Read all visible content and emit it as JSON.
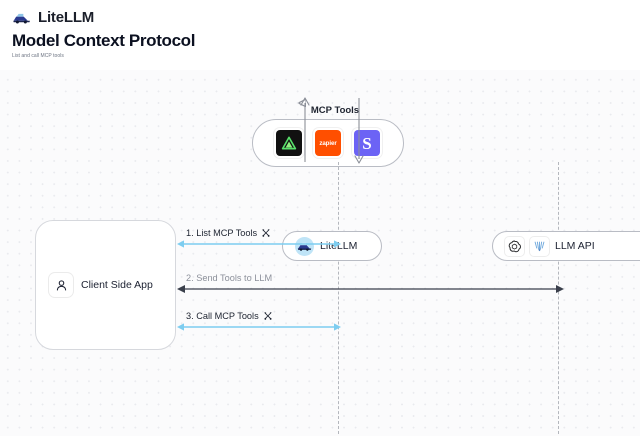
{
  "brand": {
    "name": "LiteLLM",
    "logo_icon": "litellm-logo-icon"
  },
  "header": {
    "title": "Model Context Protocol",
    "subtitle": "List and call MCP tools"
  },
  "colors": {
    "accent_blue": "#7dcdf0",
    "dark_arrow": "#3a3f4b",
    "lifeline": "#b4b7bd",
    "canvas_bg": "#fbfbfc",
    "dot_grid": "#e9eaee",
    "zapier_orange": "#ff4f00",
    "slack_purple": "#6c63f5",
    "linear_black": "#111111",
    "linear_green": "#57e06b"
  },
  "diagram": {
    "mcp_group": {
      "label": "MCP Tools",
      "tools": [
        {
          "name": "linear-tool-icon",
          "label": ""
        },
        {
          "name": "zapier-tool-icon",
          "label": "zapier"
        },
        {
          "name": "slack-tool-icon",
          "label": "S"
        }
      ]
    },
    "nodes": [
      {
        "id": "litellm",
        "label": "LiteLLM",
        "icons": [
          "litellm-avatar-icon"
        ]
      },
      {
        "id": "llm-api",
        "label": "LLM API",
        "icons": [
          "openai-icon",
          "anthropic-icon"
        ]
      },
      {
        "id": "client-side-app",
        "label": "Client Side App",
        "icons": [
          "person-icon"
        ]
      }
    ],
    "messages": [
      {
        "step": "1.",
        "label": "1. List MCP Tools",
        "icon": "tools-cross-icon",
        "style": "accent-blue",
        "direction": "bidirectional"
      },
      {
        "step": "2.",
        "label": "2. Send Tools to LLM",
        "icon": "",
        "style": "dark",
        "direction": "right-to-left"
      },
      {
        "step": "3.",
        "label": "3. Call MCP Tools",
        "icon": "tools-cross-icon",
        "style": "accent-blue",
        "direction": "bidirectional"
      }
    ],
    "vertical_flows": [
      {
        "name": "tools-to-litellm-up-arrow",
        "direction": "up"
      },
      {
        "name": "litellm-to-tools-down-arrow",
        "direction": "down"
      }
    ]
  }
}
